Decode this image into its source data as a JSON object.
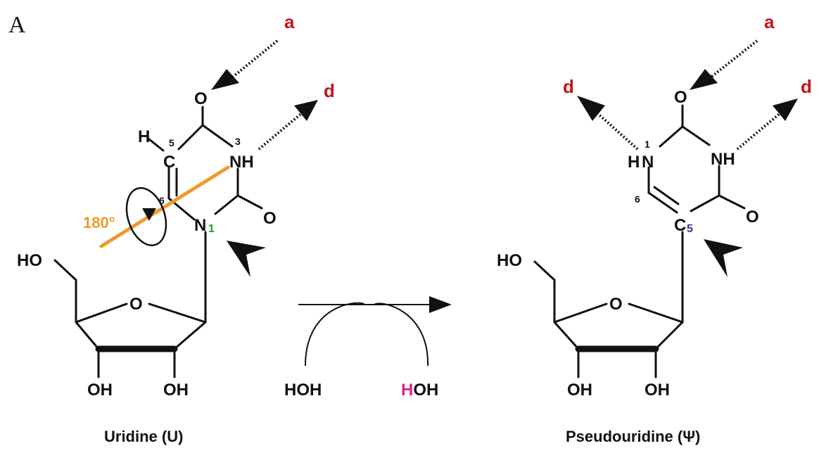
{
  "panel_label": "A",
  "colors": {
    "acceptor_donor": "#c0141c",
    "green": "#1f9a3c",
    "blue": "#2e3a8c",
    "pink": "#e0508a",
    "magenta": "#e0218a",
    "orange": "#ee9a2c",
    "black": "#111111"
  },
  "uridine": {
    "name": "Uridine (U)",
    "acceptor": "a",
    "donor": "d",
    "O_top": "O",
    "O_right": "O",
    "NH": "NH",
    "N": "N",
    "N_sub": "1",
    "C": "C",
    "H": "H",
    "num_3": "3",
    "num_5": "5",
    "num_6": "6",
    "rotation": "180°",
    "HO": "HO",
    "ring_O": "O",
    "OH_left": "OH",
    "OH_right": "OH"
  },
  "reaction": {
    "left_water": "HOH",
    "right_water_h": "H",
    "right_water_rest": "OH"
  },
  "pseudouridine": {
    "name": "Pseudouridine (Ψ)",
    "acceptor": "a",
    "donor_left": "d",
    "donor_right": "d",
    "O_top": "O",
    "O_right": "O",
    "H_left": "H",
    "N_left": "N",
    "num_1": "1",
    "NH_right": "NH",
    "num_6": "6",
    "C": "C",
    "C_sub": "5",
    "HO": "HO",
    "ring_O": "O",
    "OH_left": "OH",
    "OH_right": "OH"
  }
}
